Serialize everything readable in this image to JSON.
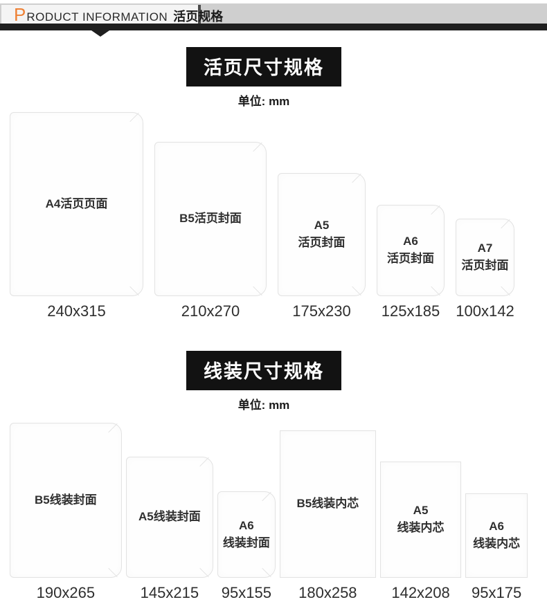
{
  "header": {
    "title_first_letter": "P",
    "title_rest": "RODUCT INFORMATION",
    "title_cn": "活页规格",
    "accent_color": "#ee8135",
    "bar_color": "#1f1f1f",
    "graybar_color": "#cfcfcf"
  },
  "sections": [
    {
      "title": "活页尺寸规格",
      "unit": "单位: mm",
      "cards": [
        {
          "line1": "A4活页页面",
          "line2": "",
          "size": "240x315",
          "corner": "rounded"
        },
        {
          "line1": "B5活页封面",
          "line2": "",
          "size": "210x270",
          "corner": "rounded"
        },
        {
          "line1": "A5",
          "line2": "活页封面",
          "size": "175x230",
          "corner": "rounded"
        },
        {
          "line1": "A6",
          "line2": "活页封面",
          "size": "125x185",
          "corner": "rounded"
        },
        {
          "line1": "A7",
          "line2": "活页封面",
          "size": "100x142",
          "corner": "rounded"
        }
      ]
    },
    {
      "title": "线装尺寸规格",
      "unit": "单位: mm",
      "cards": [
        {
          "line1": "B5线装封面",
          "line2": "",
          "size": "190x265",
          "corner": "rounded"
        },
        {
          "line1": "A5线装封面",
          "line2": "",
          "size": "145x215",
          "corner": "rounded"
        },
        {
          "line1": "A6",
          "line2": "线装封面",
          "size": "95x155",
          "corner": "rounded"
        },
        {
          "line1": "B5线装内芯",
          "line2": "",
          "size": "180x258",
          "corner": "square"
        },
        {
          "line1": "A5",
          "line2": "线装内芯",
          "size": "142x208",
          "corner": "square"
        },
        {
          "line1": "A6",
          "line2": "线装内芯",
          "size": "95x175",
          "corner": "square"
        }
      ]
    }
  ]
}
